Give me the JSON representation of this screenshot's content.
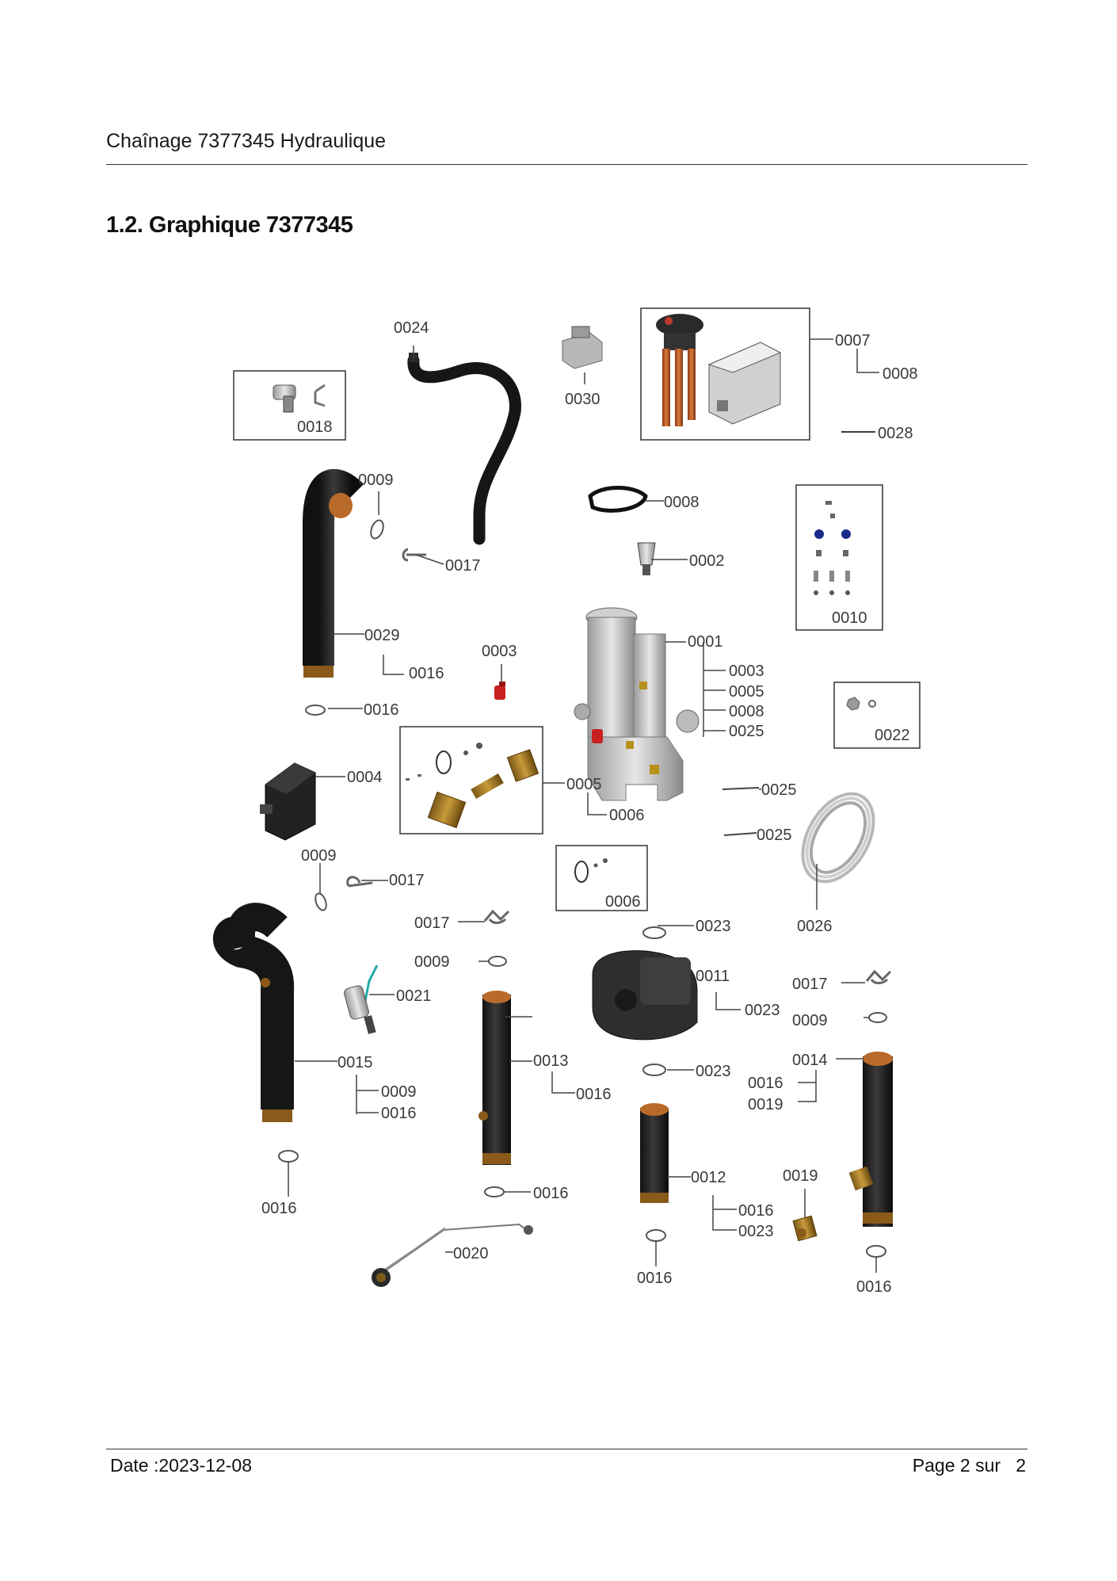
{
  "header": {
    "title": "Chaînage 7377345 Hydraulique"
  },
  "section": {
    "title": "1.2. Graphique 7377345"
  },
  "footer": {
    "date": "Date :2023-12-08",
    "page": "Page 2 sur   2"
  },
  "diagram": {
    "labels": {
      "p0024": "0024",
      "p0030": "0030",
      "p0007": "0007",
      "p0008_top": "0008",
      "p0028": "0028",
      "p0018": "0018",
      "p0009_a": "0009",
      "p0008_mid": "0008",
      "p0002": "0002",
      "p0010": "0010",
      "p0017_a": "0017",
      "p0029": "0029",
      "p0016_a": "0016",
      "p0003": "0003",
      "p0001": "0001",
      "p0003_b": "0003",
      "p0005_b": "0005",
      "p0008_b": "0008",
      "p0025_b": "0025",
      "p0022": "0022",
      "p0016_b": "0016",
      "p0004": "0004",
      "p0005": "0005",
      "p0006": "0006",
      "p0025_c": "0025",
      "p0025_d": "0025",
      "p0009_b": "0009",
      "p0017_b": "0017",
      "p0006_box": "0006",
      "p0017_c": "0017",
      "p0023_a": "0023",
      "p0026": "0026",
      "p0009_c": "0009",
      "p0011": "0011",
      "p0023_b": "0023",
      "p0017_d": "0017",
      "p0021": "0021",
      "p0009_d": "0009",
      "p0015": "0015",
      "p0013": "0013",
      "p0014": "0014",
      "p0009_e": "0009",
      "p0016_c": "0016",
      "p0016_d": "0016",
      "p0023_c": "0023",
      "p0016_e": "0016",
      "p0019_a": "0019",
      "p0016_f": "0016",
      "p0016_g": "0016",
      "p0012": "0012",
      "p0019_b": "0019",
      "p0016_h": "0016",
      "p0023_d": "0023",
      "p0020": "0020",
      "p0016_i": "0016",
      "p0016_j": "0016"
    }
  }
}
